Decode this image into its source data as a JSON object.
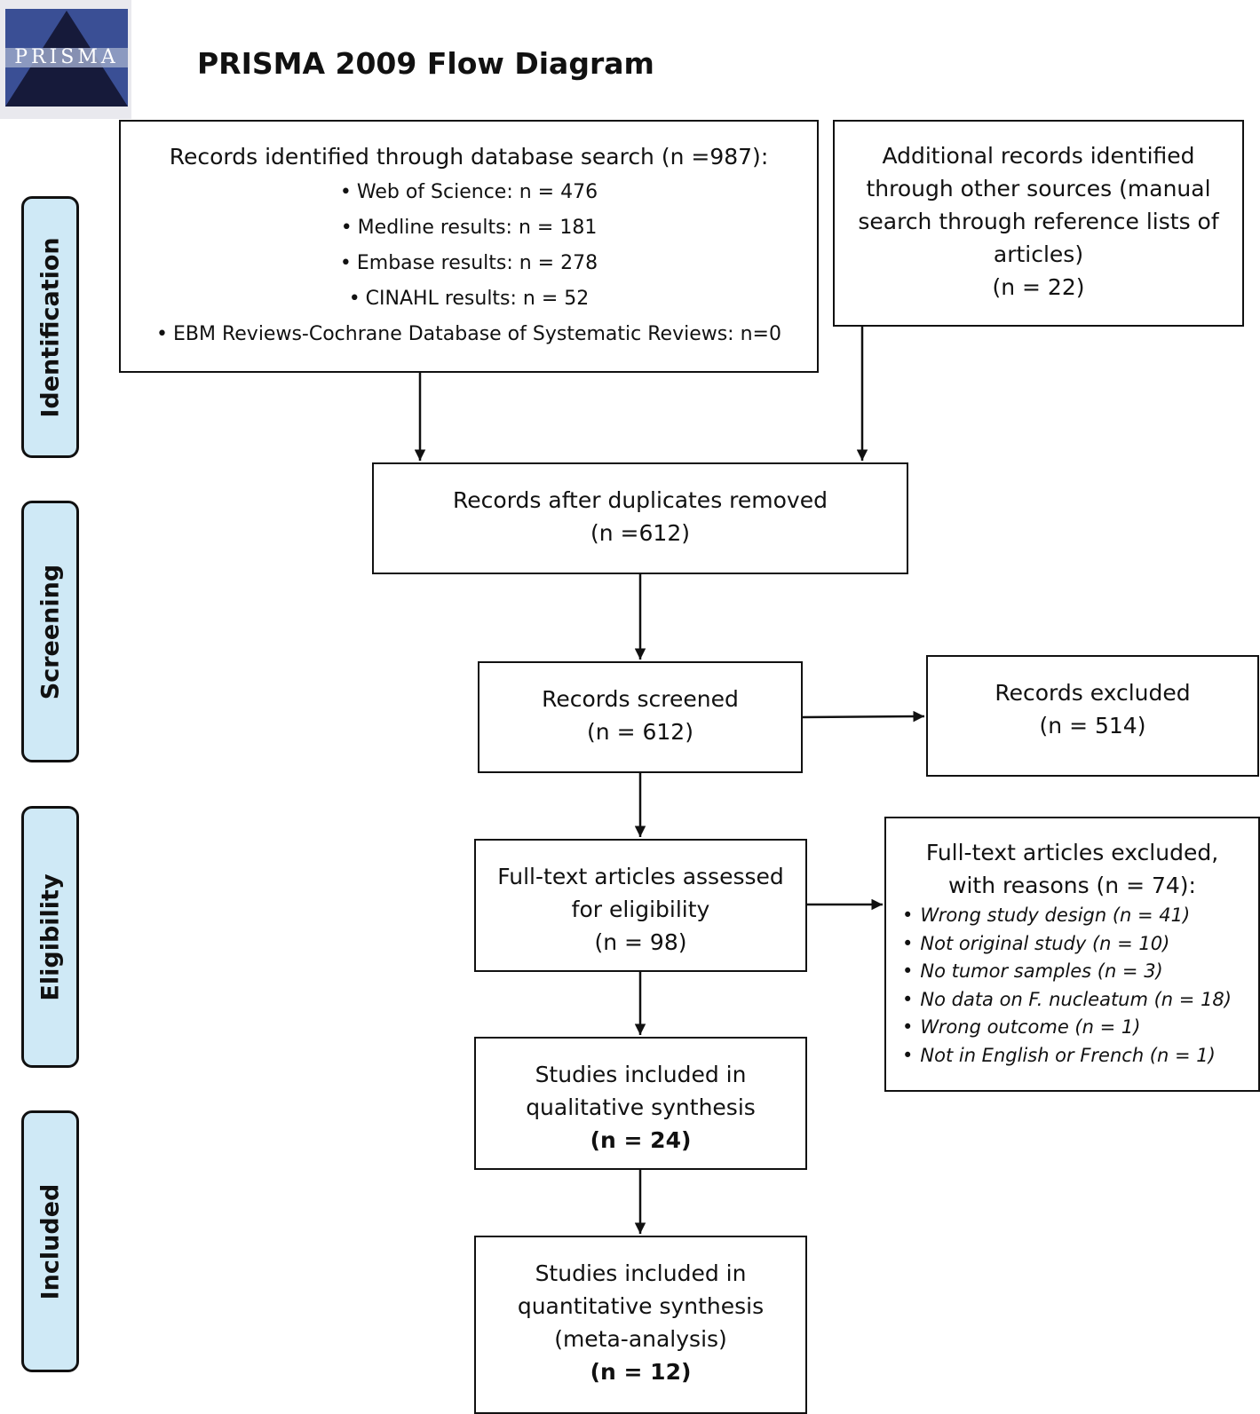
{
  "logo": {
    "text": "PRISMA"
  },
  "title": "PRISMA 2009 Flow Diagram",
  "phases": [
    {
      "id": "identification",
      "label": "Identification"
    },
    {
      "id": "screening",
      "label": "Screening"
    },
    {
      "id": "eligibility",
      "label": "Eligibility"
    },
    {
      "id": "included",
      "label": "Included"
    }
  ],
  "boxes": {
    "database_search": {
      "heading": "Records identified through database search (n =987):",
      "items": [
        "Web of Science: n = 476",
        "Medline results: n = 181",
        "Embase results: n = 278",
        "CINAHL results: n = 52",
        "EBM Reviews-Cochrane Database of Systematic Reviews: n=0"
      ]
    },
    "other_sources": {
      "lines": [
        "Additional records identified",
        "through other sources (manual",
        "search through reference lists of",
        "articles)",
        "(n = 22)"
      ]
    },
    "duplicates_removed": {
      "lines": [
        "Records after duplicates removed",
        "(n =612)"
      ]
    },
    "screened": {
      "lines": [
        "Records screened",
        "(n = 612)"
      ]
    },
    "excluded": {
      "lines": [
        "Records excluded",
        "(n = 514)"
      ]
    },
    "full_text_assessed": {
      "lines": [
        "Full-text articles assessed",
        "for eligibility",
        "(n = 98)"
      ]
    },
    "full_text_excluded": {
      "heading_lines": [
        "Full-text articles excluded,",
        "with reasons (n = 74):"
      ],
      "reasons": [
        "Wrong study design (n = 41)",
        "Not original study (n = 10)",
        "No tumor samples (n = 3)",
        "No data on F. nucleatum (n = 18)",
        "Wrong outcome (n = 1)",
        "Not in English or French (n = 1)"
      ]
    },
    "qualitative": {
      "lines": [
        "Studies included in",
        "qualitative synthesis"
      ],
      "count": "(n = 24)"
    },
    "quantitative": {
      "lines": [
        "Studies included in",
        "quantitative synthesis",
        "(meta-analysis)"
      ],
      "count": "(n = 12)"
    }
  }
}
